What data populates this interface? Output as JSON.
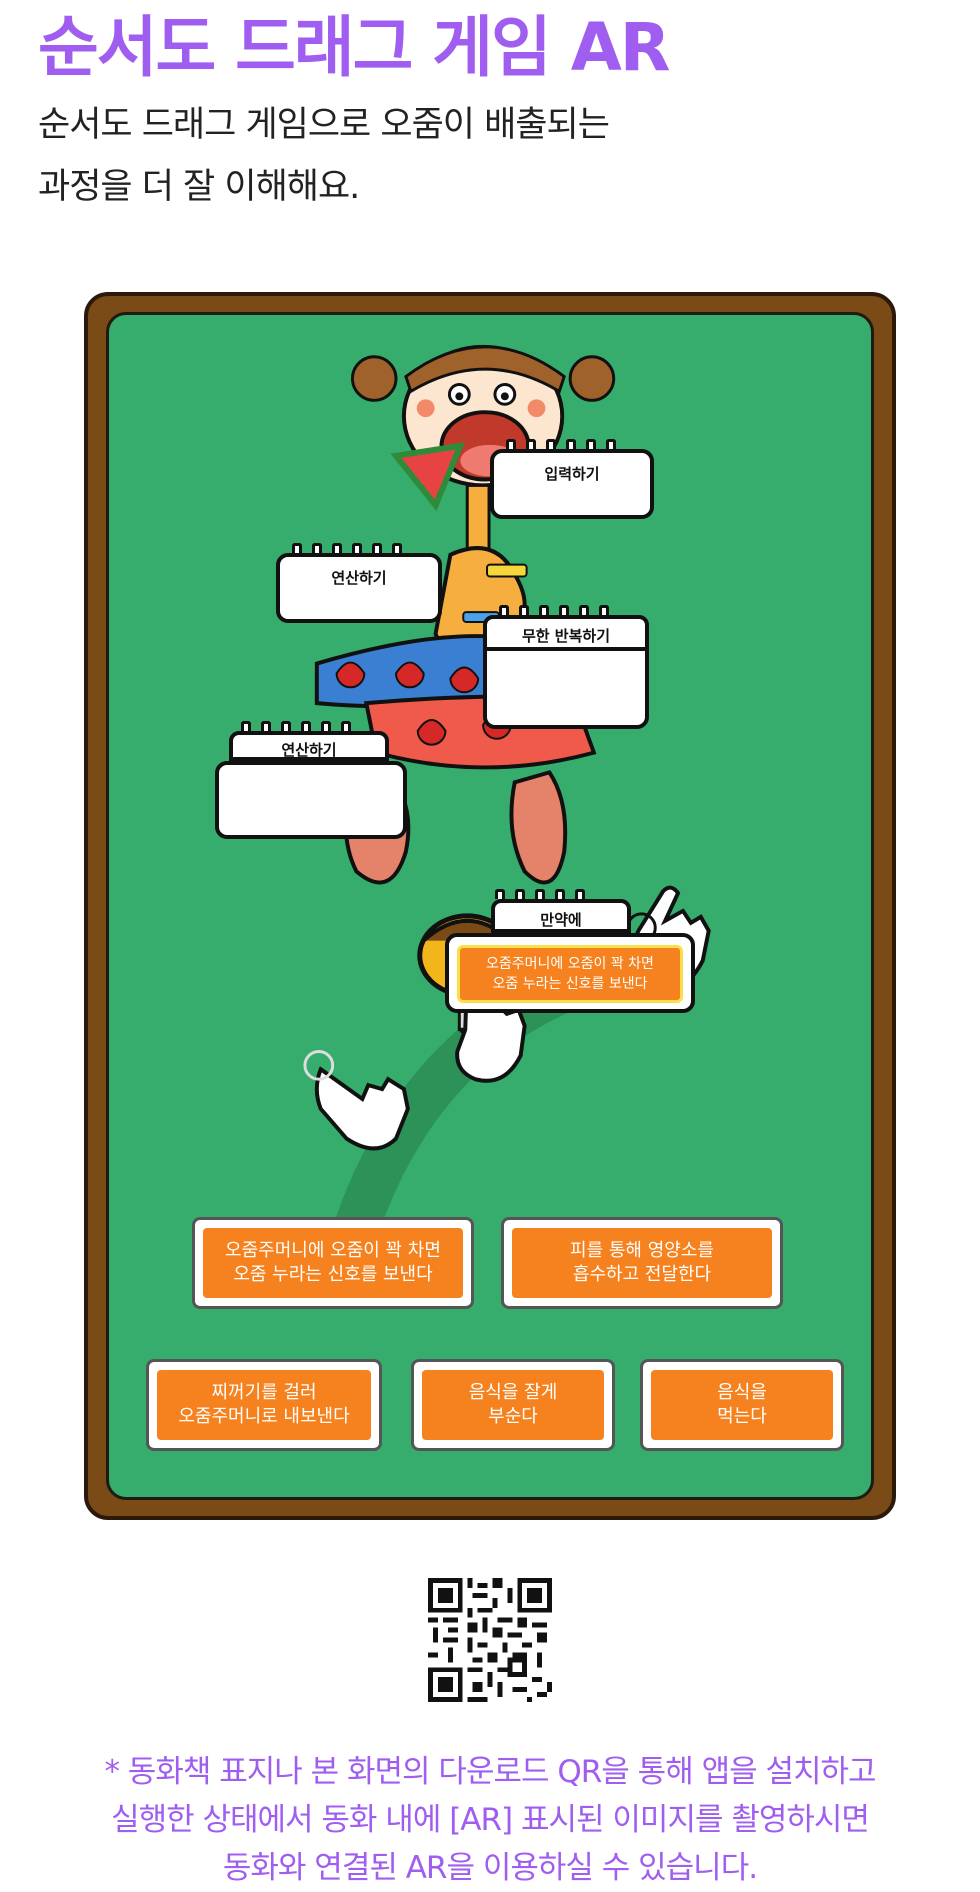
{
  "title": "순서도 드래그 게임 AR",
  "intro": [
    "순서도 드래그 게임으로 오줌이 배출되는",
    "과정을 더 잘 이해해요."
  ],
  "blocks": {
    "input": "입력하기",
    "calc1": "연산하기",
    "loop": "무한 반복하기",
    "calc2": "연산하기",
    "if": "만약에",
    "placed_line1": "오줌주머니에 오줌이 꽉 차면",
    "placed_line2": "오줌 누라는 신호를 보낸다"
  },
  "cards": {
    "c1": [
      "오줌주머니에 오줌이 꽉 차면",
      "오줌 누라는 신호를 보낸다"
    ],
    "c2": [
      "피를 통해 영양소를",
      "흡수하고 전달한다"
    ],
    "c3": [
      "찌꺼기를 걸러",
      "오줌주머니로 내보낸다"
    ],
    "c4": [
      "음식을 잘게",
      "부순다"
    ],
    "c5": [
      "음식을",
      "먹는다"
    ]
  },
  "notice": [
    "* 동화책 표지나 본 화면의 다운로드 QR을 통해 앱을 설치하고",
    "실행한 상태에서 동화 내에 [AR] 표시된 이미지를 촬영하시면",
    "동화와 연결된 AR을 이용하실 수 있습니다."
  ],
  "colors": {
    "accent": "#a05ef0",
    "board": "#36ad6c",
    "frame": "#7a4a17",
    "card": "#f6821f"
  }
}
